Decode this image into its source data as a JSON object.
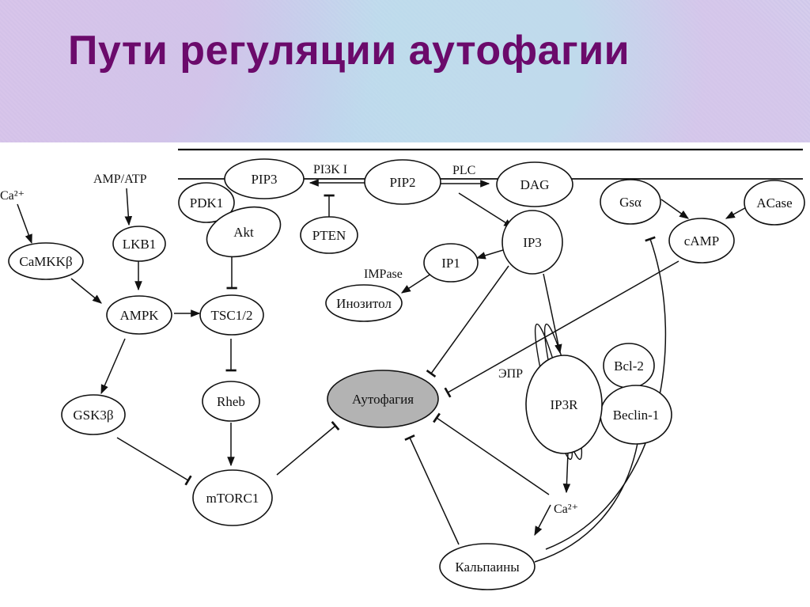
{
  "title": "Пути регуляции аутофагии",
  "nodes": {
    "pip3": "PIP3",
    "pip2": "PIP2",
    "dag": "DAG",
    "pdk1": "PDK1",
    "akt": "Akt",
    "pten": "PTEN",
    "lkb1": "LKB1",
    "camkk": "CaMKKβ",
    "ampk": "AMPK",
    "tsc": "TSC1/2",
    "rheb": "Rheb",
    "gsk3": "GSK3β",
    "mtorc1": "mTORC1",
    "autophagy": "Аутофагия",
    "ip3": "IP3",
    "ip1": "IP1",
    "inositol": "Инозитол",
    "camp": "cAMP",
    "gsa": "Gsα",
    "acase": "ACase",
    "bcl2": "Bcl-2",
    "beclin": "Beclin-1",
    "ip3r": "IP3R",
    "calpains": "Кальпаины"
  },
  "labels": {
    "amp_atp": "AMP/ATP",
    "ca_top": "Ca²⁺",
    "pi3k": "PI3K I",
    "plc": "PLC",
    "impase": "IMPase",
    "epr": "ЭПР",
    "ca_bottom": "Ca²⁺"
  }
}
